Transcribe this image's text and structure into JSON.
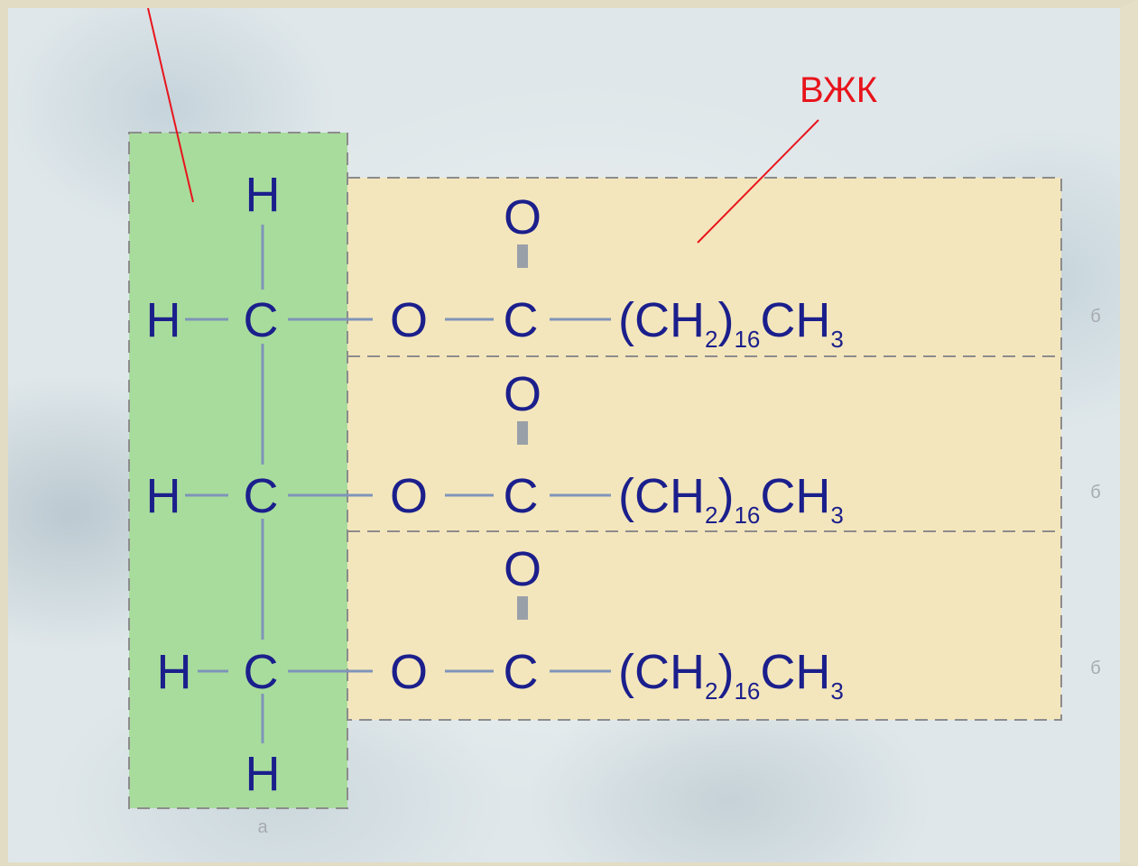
{
  "annotation": {
    "label": "ВЖК",
    "color": "#e8141c"
  },
  "colors": {
    "glycerol_box": "#a8dc9c",
    "acid_box": "#f4e6bc",
    "bond": "#7f94b8",
    "atom": "#1b1f8c"
  },
  "glycerol": {
    "top_h": "H",
    "bottom_h": "H",
    "label": "а",
    "rows": [
      {
        "h": "H",
        "c": "C"
      },
      {
        "h": "H",
        "c": "C"
      },
      {
        "h": "H",
        "c": "C"
      }
    ]
  },
  "acids": [
    {
      "o_ether": "O",
      "c": "C",
      "o_double": "O",
      "chain_open": "(CH",
      "sub1": "2",
      "chain_close": ")",
      "sub2": "16",
      "end": "CH",
      "sub3": "3",
      "label": "б"
    },
    {
      "o_ether": "O",
      "c": "C",
      "o_double": "O",
      "chain_open": "(CH",
      "sub1": "2",
      "chain_close": ")",
      "sub2": "16",
      "end": "CH",
      "sub3": "3",
      "label": "б"
    },
    {
      "o_ether": "O",
      "c": "C",
      "o_double": "O",
      "chain_open": "(CH",
      "sub1": "2",
      "chain_close": ")",
      "sub2": "16",
      "end": "CH",
      "sub3": "3",
      "label": "б"
    }
  ]
}
